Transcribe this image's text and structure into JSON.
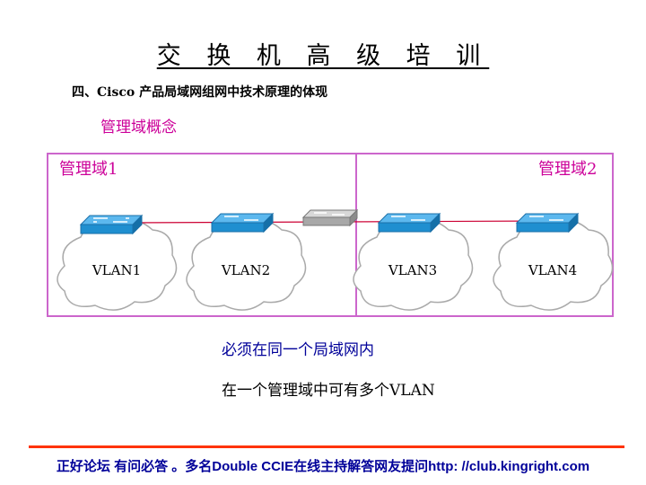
{
  "slide": {
    "title": "交 换 机 高 级 培 训",
    "subtitle": "四、Cisco 产品局域网组网中技术原理的体现",
    "concept": "管理域概念"
  },
  "diagram": {
    "domains": [
      {
        "label": "管理域1",
        "color": "#cc66cc"
      },
      {
        "label": "管理域2",
        "color": "#cc66cc"
      }
    ],
    "vlans": [
      "VLAN1",
      "VLAN2",
      "VLAN3",
      "VLAN4"
    ],
    "switch_color": "#1f8fd0",
    "core_switch_color": "#a8a8a8",
    "link_color": "#cc0033"
  },
  "notes": [
    "必须在同一个局域网内",
    "在一个管理域中可有多个VLAN"
  ],
  "footer": {
    "text": "正好论坛 有问必答 。多名Double CCIE在线主持解答网友提问http: //club.kingright.com"
  }
}
